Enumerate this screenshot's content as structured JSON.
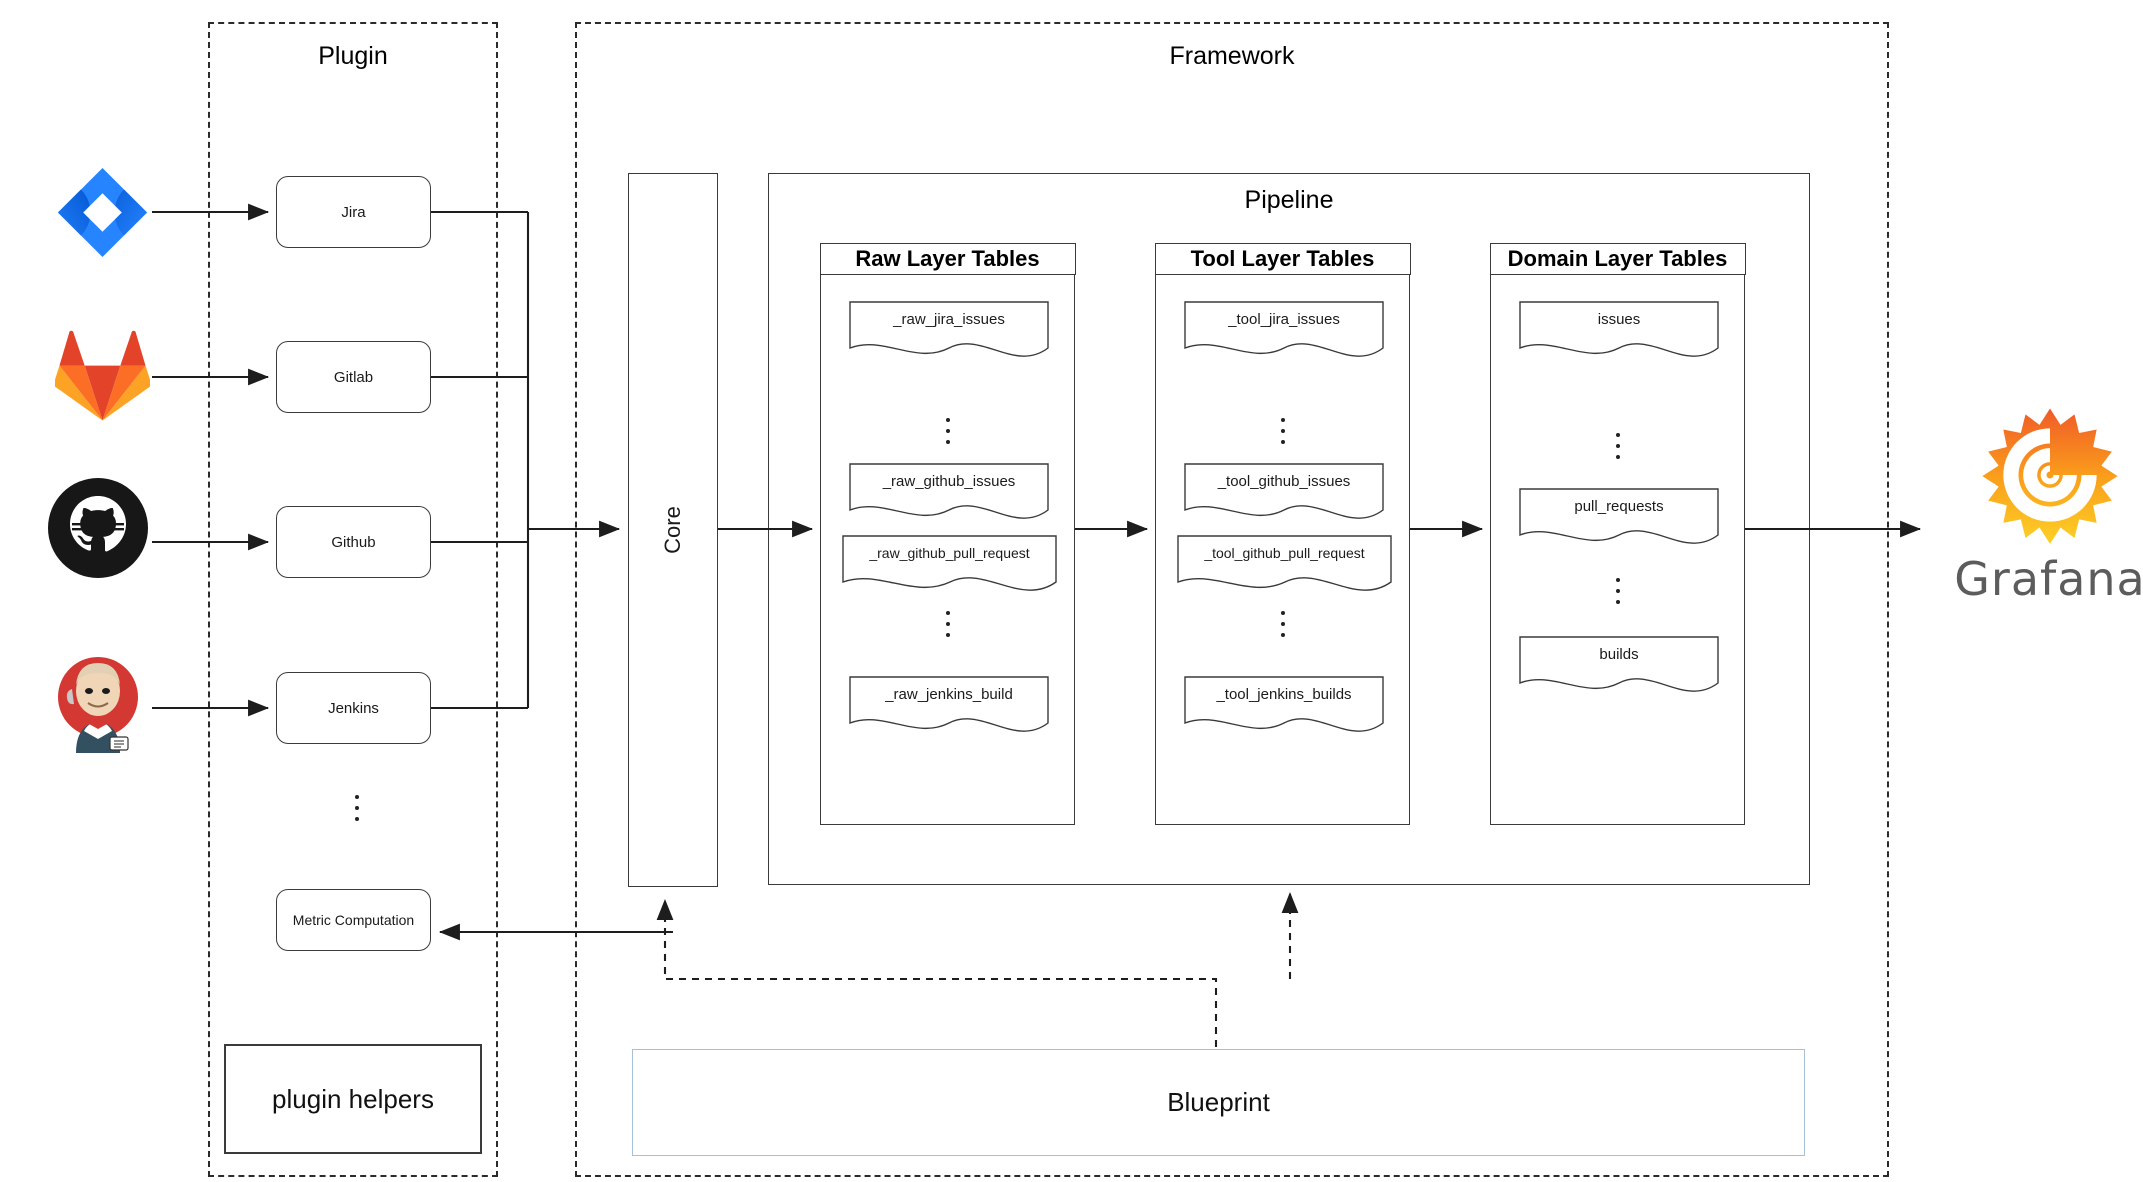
{
  "diagram": {
    "title": "DevLake architecture diagram",
    "groups": {
      "plugin": {
        "label": "Plugin"
      },
      "framework": {
        "label": "Framework"
      },
      "pipeline": {
        "label": "Pipeline"
      }
    },
    "sources": [
      {
        "name": "jira-logo",
        "icon": "jira-icon",
        "label": "Jira"
      },
      {
        "name": "gitlab-logo",
        "icon": "gitlab-icon",
        "label": "Gitlab"
      },
      {
        "name": "github-logo",
        "icon": "github-icon",
        "label": "Github"
      },
      {
        "name": "jenkins-logo",
        "icon": "jenkins-icon",
        "label": "Jenkins"
      }
    ],
    "plugin_boxes": [
      {
        "label": "Jira"
      },
      {
        "label": "Gitlab"
      },
      {
        "label": "Github"
      },
      {
        "label": "Jenkins"
      }
    ],
    "plugin_more": "⋮",
    "metric_computation": {
      "label": "Metric Computation"
    },
    "plugin_helpers": {
      "label": "plugin helpers"
    },
    "core": {
      "label": "Core"
    },
    "layers": [
      {
        "header": "Raw Layer Tables",
        "tables": [
          {
            "label": "_raw_jira_issues"
          },
          {
            "label": "_raw_github_issues"
          },
          {
            "label": "_raw_github_pull_request"
          },
          {
            "label": "_raw_jenkins_build"
          }
        ]
      },
      {
        "header": "Tool Layer  Tables",
        "tables": [
          {
            "label": "_tool_jira_issues"
          },
          {
            "label": "_tool_github_issues"
          },
          {
            "label": "_tool_github_pull_request"
          },
          {
            "label": "_tool_jenkins_builds"
          }
        ]
      },
      {
        "header": "Domain  Layer Tables",
        "tables": [
          {
            "label": "issues"
          },
          {
            "label": "pull_requests"
          },
          {
            "label": "builds"
          }
        ]
      }
    ],
    "blueprint": {
      "label": "Blueprint"
    },
    "output": {
      "label": "Grafana"
    },
    "colors": {
      "stroke": "#3a3a3a",
      "dashed_group": "#2b2b2b",
      "blueprint_border": "#a7c0da",
      "jira_blue": "#2684FF",
      "gitlab_orange": "#FC6D26",
      "gitlab_red": "#E24329",
      "github_black": "#181717",
      "jenkins_red": "#D33833",
      "grafana_orange": "#F46800",
      "grafana_yellow": "#FCC027",
      "grafana_text": "#5c5c5c"
    }
  }
}
